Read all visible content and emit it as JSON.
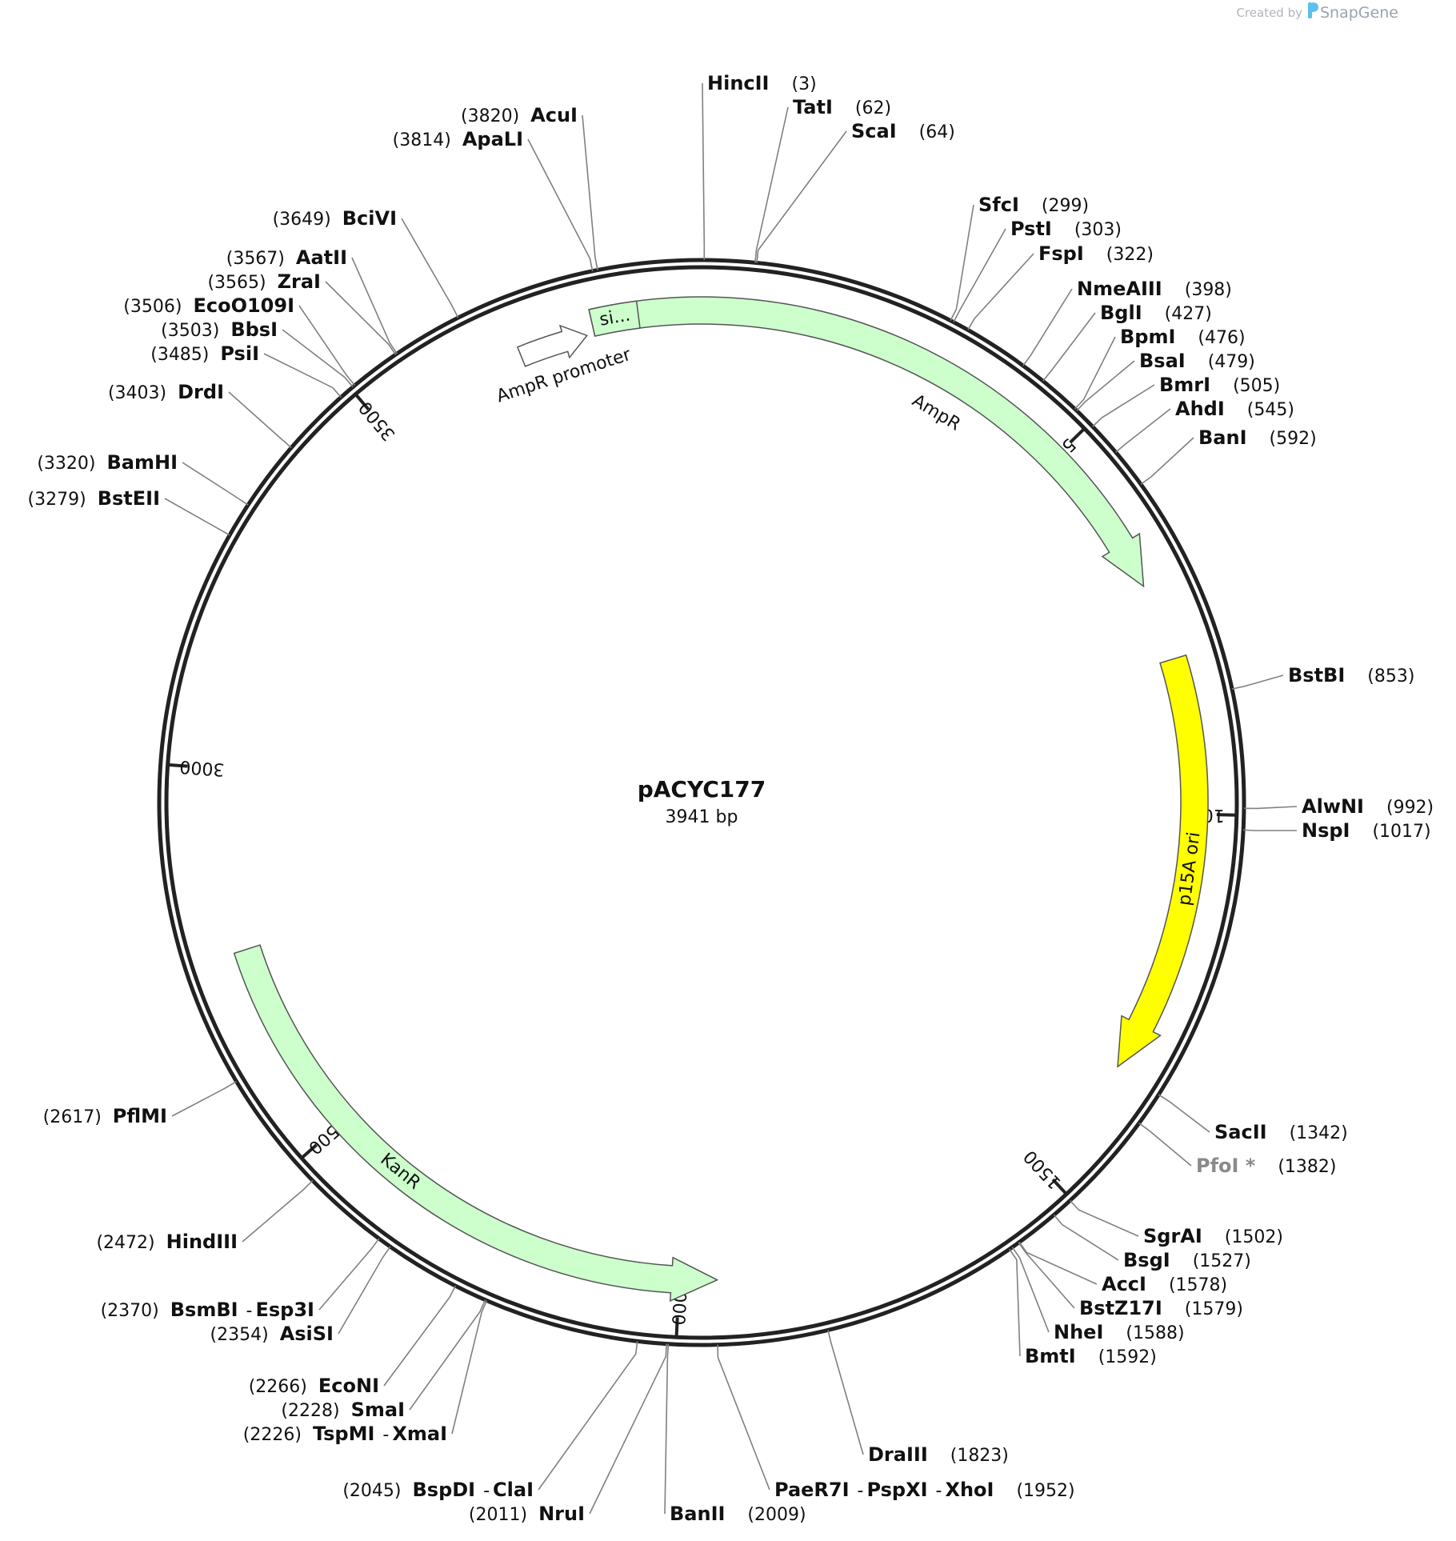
{
  "plasmid": {
    "name": "pACYC177",
    "length_label": "3941 bp",
    "length_bp": 3941
  },
  "credit": {
    "prefix": "Created by",
    "brand": "SnapGene"
  },
  "ticks": [
    {
      "bp": 500,
      "label": "500"
    },
    {
      "bp": 1000,
      "label": "1000"
    },
    {
      "bp": 1500,
      "label": "1500"
    },
    {
      "bp": 2000,
      "label": "2000"
    },
    {
      "bp": 2500,
      "label": "2500"
    },
    {
      "bp": 3000,
      "label": "3000"
    },
    {
      "bp": 3500,
      "label": "3500"
    }
  ],
  "features": [
    {
      "name": "AmpR",
      "start": 3800,
      "end": 700,
      "direction": "cw",
      "color": "#ccffcc"
    },
    {
      "name": "si...",
      "start": 3800,
      "end": 3860,
      "direction": "none",
      "color": "#ccffcc"
    },
    {
      "name": "AmpR promoter",
      "start": 3700,
      "end": 3790,
      "direction": "cw",
      "color": "#ffffff"
    },
    {
      "name": "p15A ori",
      "start": 800,
      "end": 1340,
      "direction": "cw",
      "color": "#ffff00"
    },
    {
      "name": "KanR",
      "start": 1950,
      "end": 2760,
      "direction": "ccw",
      "color": "#ccffcc"
    }
  ],
  "sites": [
    {
      "enzymes": [
        "HincII"
      ],
      "pos": "(3)",
      "bp": 3
    },
    {
      "enzymes": [
        "TatI"
      ],
      "pos": "(62)",
      "bp": 62
    },
    {
      "enzymes": [
        "ScaI"
      ],
      "pos": "(64)",
      "bp": 64
    },
    {
      "enzymes": [
        "SfcI"
      ],
      "pos": "(299)",
      "bp": 299
    },
    {
      "enzymes": [
        "PstI"
      ],
      "pos": "(303)",
      "bp": 303
    },
    {
      "enzymes": [
        "FspI"
      ],
      "pos": "(322)",
      "bp": 322
    },
    {
      "enzymes": [
        "NmeAIII"
      ],
      "pos": "(398)",
      "bp": 398
    },
    {
      "enzymes": [
        "BglI"
      ],
      "pos": "(427)",
      "bp": 427
    },
    {
      "enzymes": [
        "BpmI"
      ],
      "pos": "(476)",
      "bp": 476
    },
    {
      "enzymes": [
        "BsaI"
      ],
      "pos": "(479)",
      "bp": 479
    },
    {
      "enzymes": [
        "BmrI"
      ],
      "pos": "(505)",
      "bp": 505
    },
    {
      "enzymes": [
        "AhdI"
      ],
      "pos": "(545)",
      "bp": 545
    },
    {
      "enzymes": [
        "BanI"
      ],
      "pos": "(592)",
      "bp": 592
    },
    {
      "enzymes": [
        "BstBI"
      ],
      "pos": "(853)",
      "bp": 853
    },
    {
      "enzymes": [
        "AlwNI"
      ],
      "pos": "(992)",
      "bp": 992
    },
    {
      "enzymes": [
        "NspI"
      ],
      "pos": "(1017)",
      "bp": 1017
    },
    {
      "enzymes": [
        "SacII"
      ],
      "pos": "(1342)",
      "bp": 1342
    },
    {
      "enzymes": [
        "PfoI *"
      ],
      "pos": "(1382)",
      "bp": 1382,
      "dim": true
    },
    {
      "enzymes": [
        "SgrAI"
      ],
      "pos": "(1502)",
      "bp": 1502
    },
    {
      "enzymes": [
        "BsgI"
      ],
      "pos": "(1527)",
      "bp": 1527
    },
    {
      "enzymes": [
        "AccI"
      ],
      "pos": "(1578)",
      "bp": 1578
    },
    {
      "enzymes": [
        "BstZ17I"
      ],
      "pos": "(1579)",
      "bp": 1579
    },
    {
      "enzymes": [
        "NheI"
      ],
      "pos": "(1588)",
      "bp": 1588
    },
    {
      "enzymes": [
        "BmtI"
      ],
      "pos": "(1592)",
      "bp": 1592
    },
    {
      "enzymes": [
        "DraIII"
      ],
      "pos": "(1823)",
      "bp": 1823
    },
    {
      "enzymes": [
        "PaeR7I",
        "PspXI",
        "XhoI"
      ],
      "pos": "(1952)",
      "bp": 1952
    },
    {
      "enzymes": [
        "BanII"
      ],
      "pos": "(2009)",
      "bp": 2009
    },
    {
      "enzymes": [
        "NruI"
      ],
      "pos": "(2011)",
      "bp": 2011
    },
    {
      "enzymes": [
        "BspDI",
        "ClaI"
      ],
      "pos": "(2045)",
      "bp": 2045
    },
    {
      "enzymes": [
        "TspMI",
        "XmaI"
      ],
      "pos": "(2226)",
      "bp": 2226
    },
    {
      "enzymes": [
        "SmaI"
      ],
      "pos": "(2228)",
      "bp": 2228
    },
    {
      "enzymes": [
        "EcoNI"
      ],
      "pos": "(2266)",
      "bp": 2266
    },
    {
      "enzymes": [
        "AsiSI"
      ],
      "pos": "(2354)",
      "bp": 2354
    },
    {
      "enzymes": [
        "BsmBI",
        "Esp3I"
      ],
      "pos": "(2370)",
      "bp": 2370
    },
    {
      "enzymes": [
        "HindIII"
      ],
      "pos": "(2472)",
      "bp": 2472
    },
    {
      "enzymes": [
        "PflMI"
      ],
      "pos": "(2617)",
      "bp": 2617
    },
    {
      "enzymes": [
        "BstEII"
      ],
      "pos": "(3279)",
      "bp": 3279
    },
    {
      "enzymes": [
        "BamHI"
      ],
      "pos": "(3320)",
      "bp": 3320
    },
    {
      "enzymes": [
        "DrdI"
      ],
      "pos": "(3403)",
      "bp": 3403
    },
    {
      "enzymes": [
        "PsiI"
      ],
      "pos": "(3485)",
      "bp": 3485
    },
    {
      "enzymes": [
        "BbsI"
      ],
      "pos": "(3503)",
      "bp": 3503
    },
    {
      "enzymes": [
        "EcoO109I"
      ],
      "pos": "(3506)",
      "bp": 3506
    },
    {
      "enzymes": [
        "ZraI"
      ],
      "pos": "(3565)",
      "bp": 3565
    },
    {
      "enzymes": [
        "AatII"
      ],
      "pos": "(3567)",
      "bp": 3567
    },
    {
      "enzymes": [
        "BciVI"
      ],
      "pos": "(3649)",
      "bp": 3649
    },
    {
      "enzymes": [
        "ApaLI"
      ],
      "pos": "(3814)",
      "bp": 3814
    },
    {
      "enzymes": [
        "AcuI"
      ],
      "pos": "(3820)",
      "bp": 3820
    }
  ]
}
